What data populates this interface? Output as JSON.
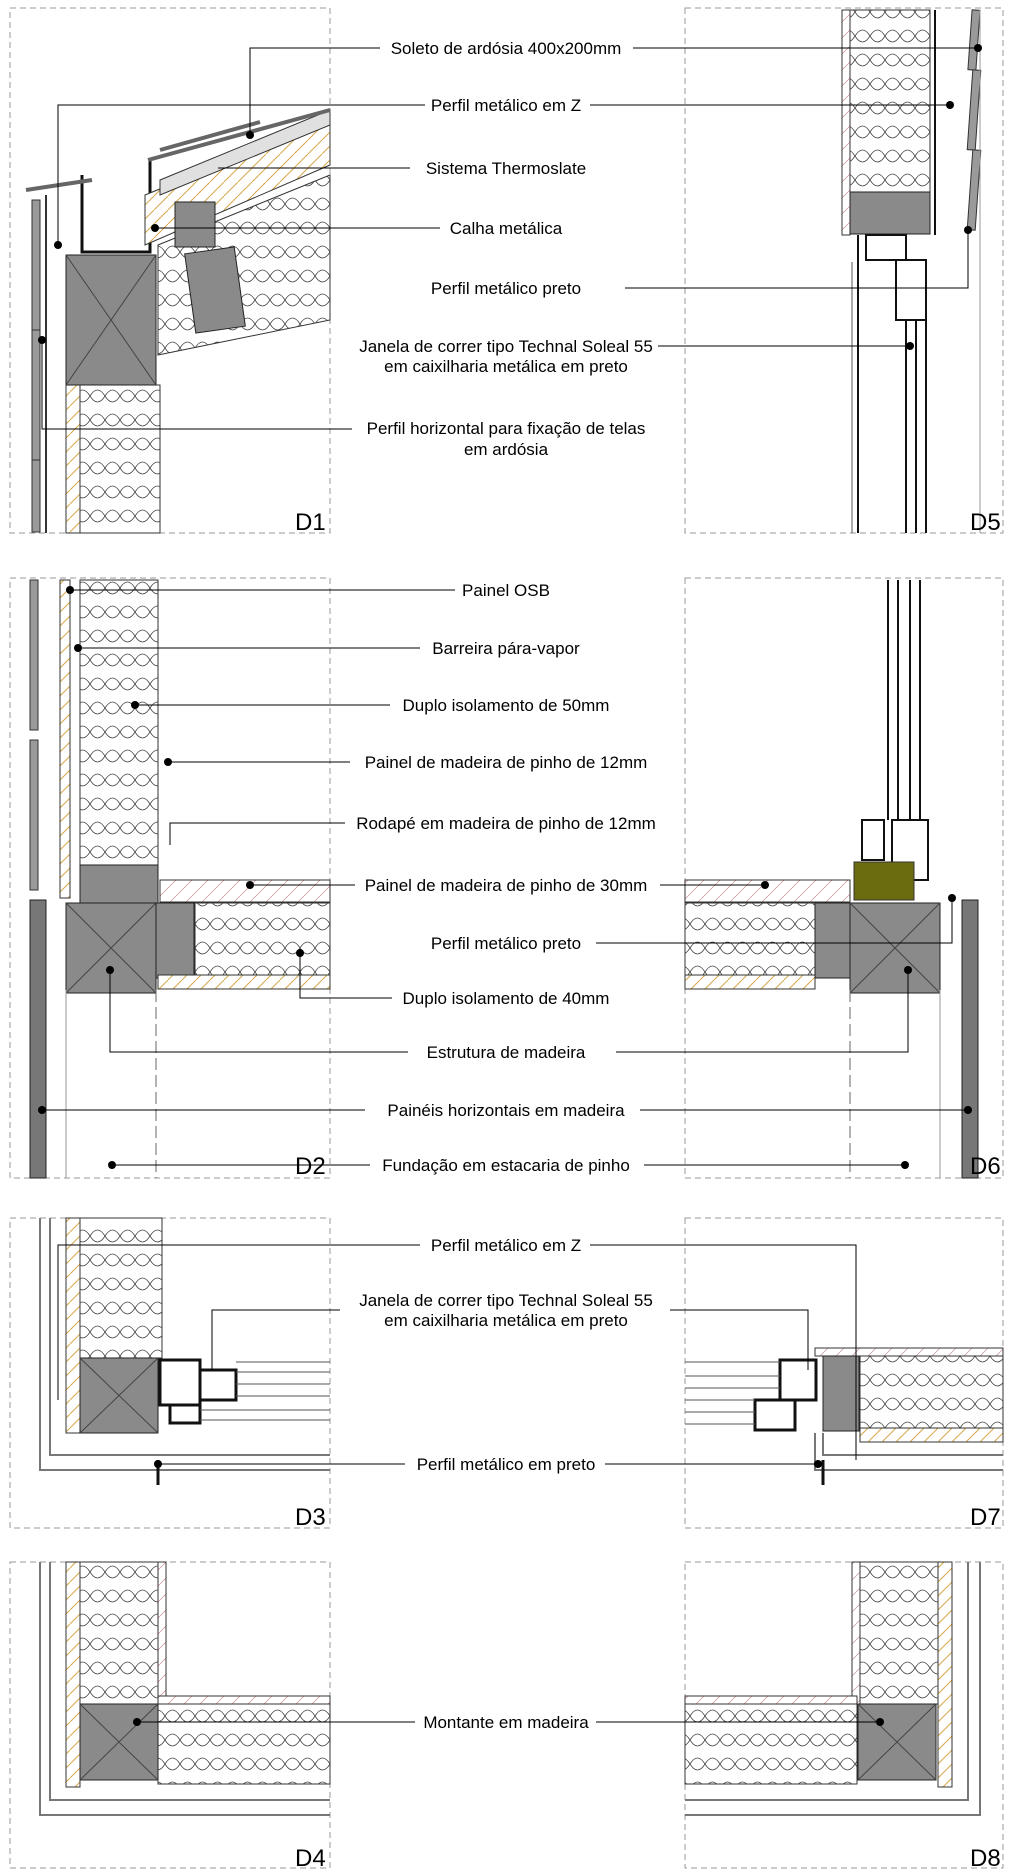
{
  "details": {
    "d1": "D1",
    "d2": "D2",
    "d3": "D3",
    "d4": "D4",
    "d5": "D5",
    "d6": "D6",
    "d7": "D7",
    "d8": "D8"
  },
  "labels": {
    "soleto": "Soleto de ardósia 400x200mm",
    "perfil_z_top": "Perfil metálico em Z",
    "thermoslate": "Sistema Thermoslate",
    "calha": "Calha metálica",
    "perfil_preto_top": "Perfil metálico preto",
    "janela_top_1": "Janela de correr tipo Technal Soleal 55",
    "janela_top_2": "em caixilharia metálica em preto",
    "perfil_horizontal_1": "Perfil horizontal para fixação de telas",
    "perfil_horizontal_2": "em ardósia",
    "painel_osb": "Painel OSB",
    "barreira": "Barreira pára-vapor",
    "duplo_50": "Duplo isolamento de 50mm",
    "painel_12": "Painel de madeira de pinho de 12mm",
    "rodape": "Rodapé em madeira de pinho de 12mm",
    "painel_30": "Painel de madeira de pinho de 30mm",
    "perfil_preto_mid": "Perfil metálico preto",
    "duplo_40": "Duplo isolamento de 40mm",
    "estrutura": "Estrutura de madeira",
    "paineis_horizontais": "Painéis horizontais em madeira",
    "fundacao": "Fundação em estacaria de pinho",
    "perfil_z_bottom": "Perfil metálico em Z",
    "janela_bottom_1": "Janela de correr tipo Technal Soleal 55",
    "janela_bottom_2": "em caixilharia metálica em preto",
    "perfil_metalico_em_preto": "Perfil metálico em preto",
    "montante": "Montante em madeira"
  },
  "colors": {
    "block": "#8a8a8a",
    "slate": "#9a9a9a",
    "wood_hatch": "#d9a84c",
    "window": "#111111"
  }
}
